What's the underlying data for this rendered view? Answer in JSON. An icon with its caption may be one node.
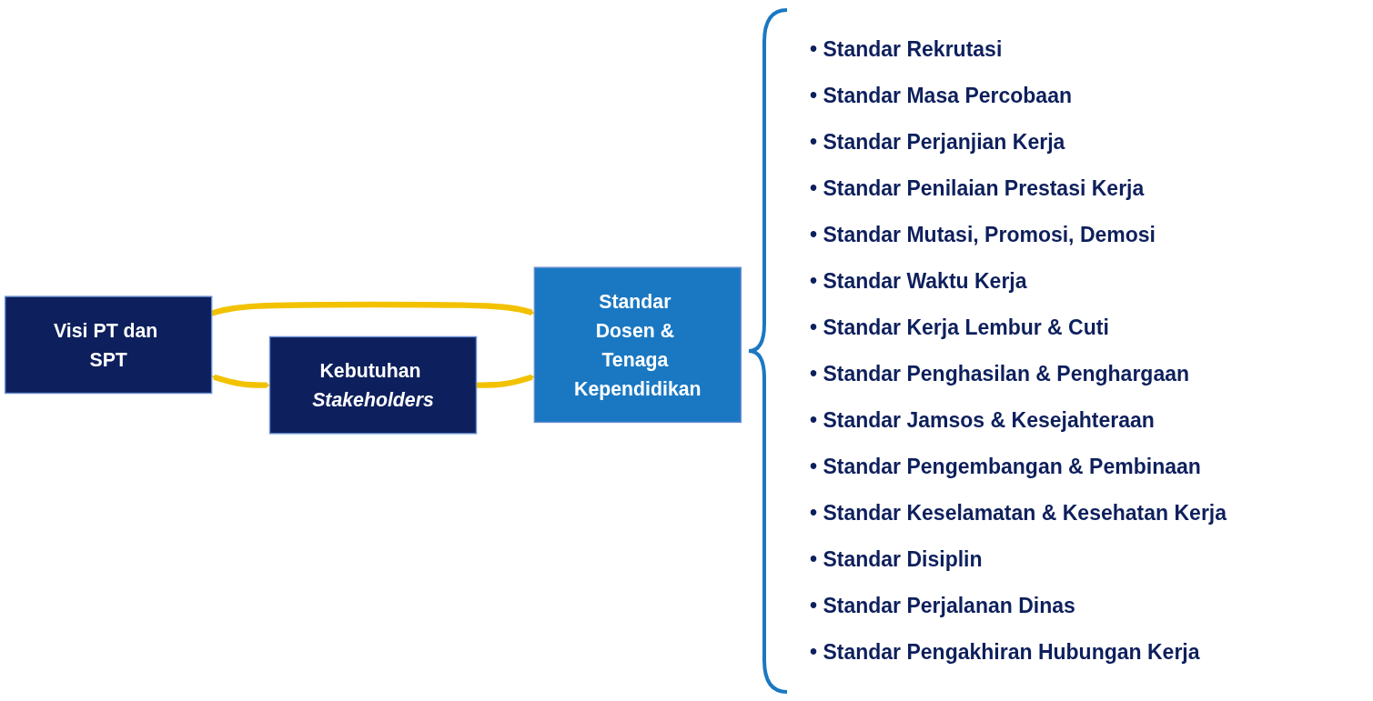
{
  "diagram": {
    "nodes": [
      {
        "text": [
          "Visi PT dan SPT"
        ]
      },
      {
        "text": [
          "Kebutuhan *Stakeholders*"
        ]
      },
      {
        "text": [
          "Standar Dosen & Tenaga Kependidikan"
        ]
      }
    ],
    "edges": [
      {
        "from": 0,
        "to": 1,
        "arrow": "both"
      },
      {
        "from": 0,
        "to": 2,
        "arrow": "to"
      },
      {
        "from": 1,
        "to": 2,
        "arrow": "to"
      }
    ],
    "labels": [
      "• Standar Rekrutasi",
      "• Standar Masa Percobaan",
      "• Standar Perjanjian Kerja",
      "• Standar Penilaian Prestasi Kerja",
      "• Standar Mutasi, Promosi, Demosi",
      "• Standar Waktu Kerja",
      "• Standar Kerja Lembur & Cuti",
      "• Standar Penghasilan & Penghargaan",
      "• Standar Jamsos & Kesejahteraan",
      "• Standar Pengembangan & Pembinaan",
      "• Standar Keselamatan & Kesehatan Kerja",
      "• Standar Disiplin",
      "• Standar Perjalanan Dinas",
      "• Standar Pengakhiran Hubungan Kerja"
    ]
  }
}
